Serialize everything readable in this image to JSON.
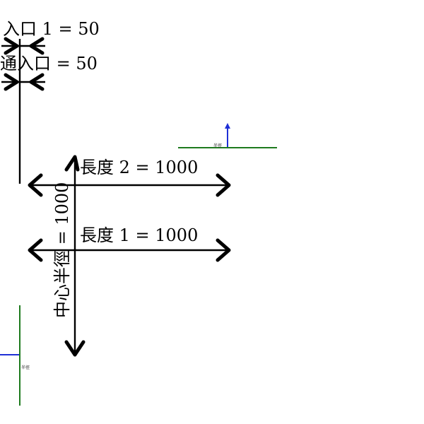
{
  "dimensions": {
    "entrance_1": "入口 1 = 50",
    "entrance_2": "通入口 = 50",
    "length_2": "長度 2 = 1000",
    "length_1": "長度 1 = 1000",
    "center_radius": "中心半徑 = 1000"
  },
  "reference_markers": {
    "top_right_label": "半徑",
    "bottom_left_label": "半徑"
  },
  "colors": {
    "dimension": "#000000",
    "reference_line": "#1e7a1e",
    "direction_arrow": "#1f2fd6"
  }
}
